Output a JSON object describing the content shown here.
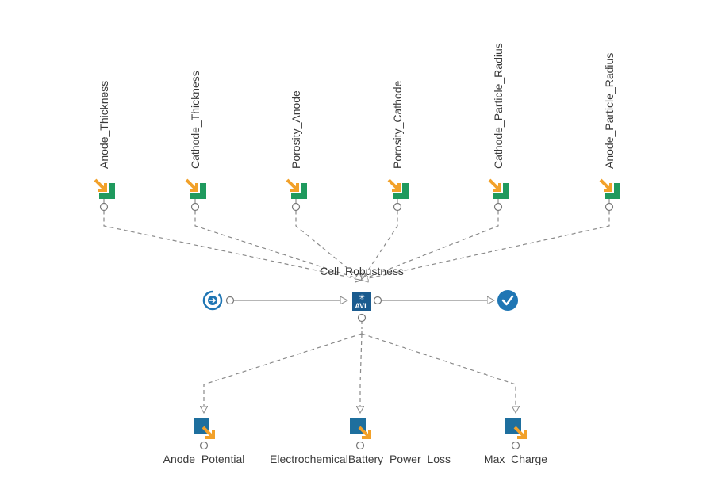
{
  "colors": {
    "input_green": "#1f9a5e",
    "input_orange": "#f2a12a",
    "output_blue": "#1e6f9e",
    "model_blue": "#1a5b8f",
    "check_blue": "#1f76b4",
    "edge_gray": "#8a8a8a",
    "label_text": "#3a3a3a"
  },
  "inputs": [
    {
      "label": "Anode_Thickness",
      "icon": "input-parameter-icon"
    },
    {
      "label": "Cathode_Thickness",
      "icon": "input-parameter-icon"
    },
    {
      "label": "Porosity_Anode",
      "icon": "input-parameter-icon"
    },
    {
      "label": "Porosity_Cathode",
      "icon": "input-parameter-icon"
    },
    {
      "label": "Cathode_Particle_Radius",
      "icon": "input-parameter-icon"
    },
    {
      "label": "Anode_Particle_Radius",
      "icon": "input-parameter-icon"
    }
  ],
  "model": {
    "label": "Cell_Robustness",
    "icon_text": "AVL",
    "icon": "avl-model-icon"
  },
  "start": {
    "icon": "start-workflow-icon"
  },
  "end": {
    "icon": "checkmark-done-icon"
  },
  "outputs": [
    {
      "label": "Anode_Potential",
      "icon": "output-parameter-icon"
    },
    {
      "label": "ElectrochemicalBattery_Power_Loss",
      "icon": "output-parameter-icon"
    },
    {
      "label": "Max_Charge",
      "icon": "output-parameter-icon"
    }
  ]
}
